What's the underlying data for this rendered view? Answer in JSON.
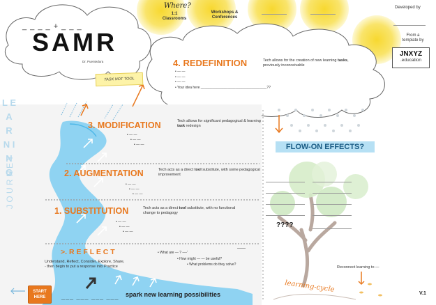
{
  "header": {
    "title_blanks": "_ _ _ _ + _ _ _",
    "title": "SAMR",
    "byline": "Dr. Puentedura",
    "where_label": "Where?",
    "classrooms_label": "1:1\nClassrooms",
    "workshops_label": "Workshops &\nConferences",
    "developed_by": "Developed by",
    "from_template": "From a\ntemplate by",
    "brand_line1": "JNXYZ",
    "brand_line2": ".education",
    "task_not_tool": "TASK NOT TOOL"
  },
  "levels": [
    {
      "title": "4. REDEFINITION",
      "desc_pre": "Tech allows for the creation of new learning ",
      "desc_bold": "tasks",
      "desc_post": ", previously inconceivable",
      "bullets": [
        "• — —",
        "• — —",
        "• — —"
      ],
      "idea": "• Your idea here __________________________________??"
    },
    {
      "title": "3. MODIFICATION",
      "desc_pre": "Tech allows for significant pedagogical & learning ",
      "desc_bold": "task",
      "desc_post": " redesign",
      "bullets": [
        "• — —",
        "• — —",
        "• — —"
      ]
    },
    {
      "title": "2. AUGMENTATION",
      "desc_pre": "Tech acts as a direct ",
      "desc_bold": "tool",
      "desc_post": " substitute, with some pedagogical improvement",
      "bullets": [
        "• — —",
        "• — —",
        "• — —"
      ]
    },
    {
      "title": "1. SUBSTITUTION",
      "desc_pre": "Tech acts as a direct ",
      "desc_bold": "tool",
      "desc_post": " substitute, with no functional change to pedagogy",
      "bullets": [
        "• — —",
        "• — —",
        "• — —"
      ]
    }
  ],
  "reflect": {
    "title": ">. R E F L E C T",
    "desc": "Understand, Reflect, Consider, Explore, Share,",
    "desc2": "- then begin to put a response into Practice",
    "q1": "• What are — ? —-'",
    "q2": "• How might — — be useful?",
    "q3": "• What problems do they solve?"
  },
  "side_labels": {
    "learning": "L E A R N I N G",
    "journey": "J O U R N E Y"
  },
  "flow_on": {
    "title": "FLOW-ON EFFECTS?",
    "unknown": "????",
    "reconnect": "Reconnect learning to —"
  },
  "footer": {
    "start_line1": "START",
    "start_line2": "HERE",
    "spark": "spark new learning possibilities",
    "learning_cycle": "learning-cycle",
    "version": "V.1"
  },
  "colors": {
    "orange": "#e8781e",
    "river": "#8fd3f2",
    "river_dark": "#4fb8e8",
    "sun": "#f7d830",
    "blue_text": "#1a6fa8"
  }
}
